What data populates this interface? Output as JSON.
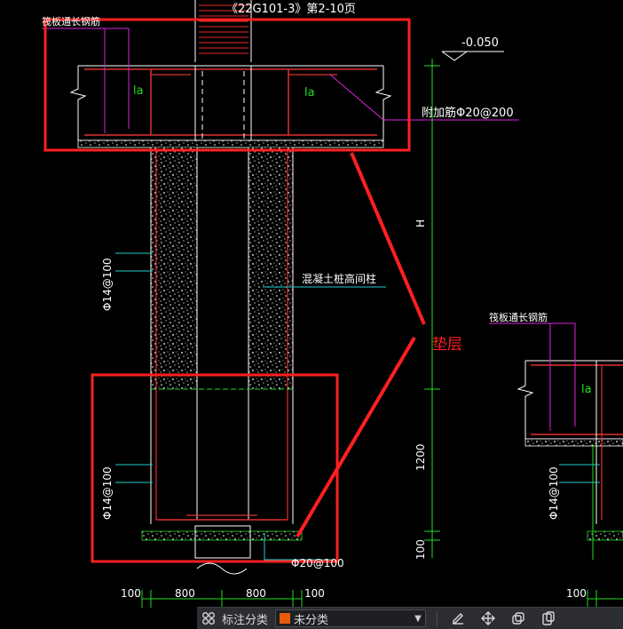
{
  "drawing": {
    "ref_note": "《22G101-3》第2-10页",
    "slab_rebar_left": "筏板通长钢筋",
    "elevation": "-0.050",
    "la_left": "la",
    "la_right": "la",
    "la_second": "la",
    "added_rebar": "附加筋Φ20@200",
    "dim_H": "H",
    "column_label": "混凝土桩高间柱",
    "stirrup_upper": "Φ14@100",
    "stirrup_lower": "Φ14@100",
    "stirrup_second": "Φ14@100",
    "dim_1200": "1200",
    "dim_100_right": "100",
    "bottom_rebar": "Φ20@100",
    "slab_rebar_second": "筏板通长钢筋",
    "dims_bottom": [
      "100",
      "800",
      "800",
      "100"
    ],
    "dim_100_second": "100",
    "annotation": "垫层",
    "colors": {
      "annotation": "#ff2020",
      "line": "#ffffff",
      "dim": "#22dd22",
      "leader": "#dd22dd",
      "rebar_red": "#e03030"
    }
  },
  "toolbar": {
    "label": "标注分类",
    "category_value": "未分类",
    "category_color": "#e8590c",
    "icons": [
      "grid-icon",
      "edit-icon",
      "move-icon",
      "copy-icon",
      "paste-icon"
    ]
  }
}
